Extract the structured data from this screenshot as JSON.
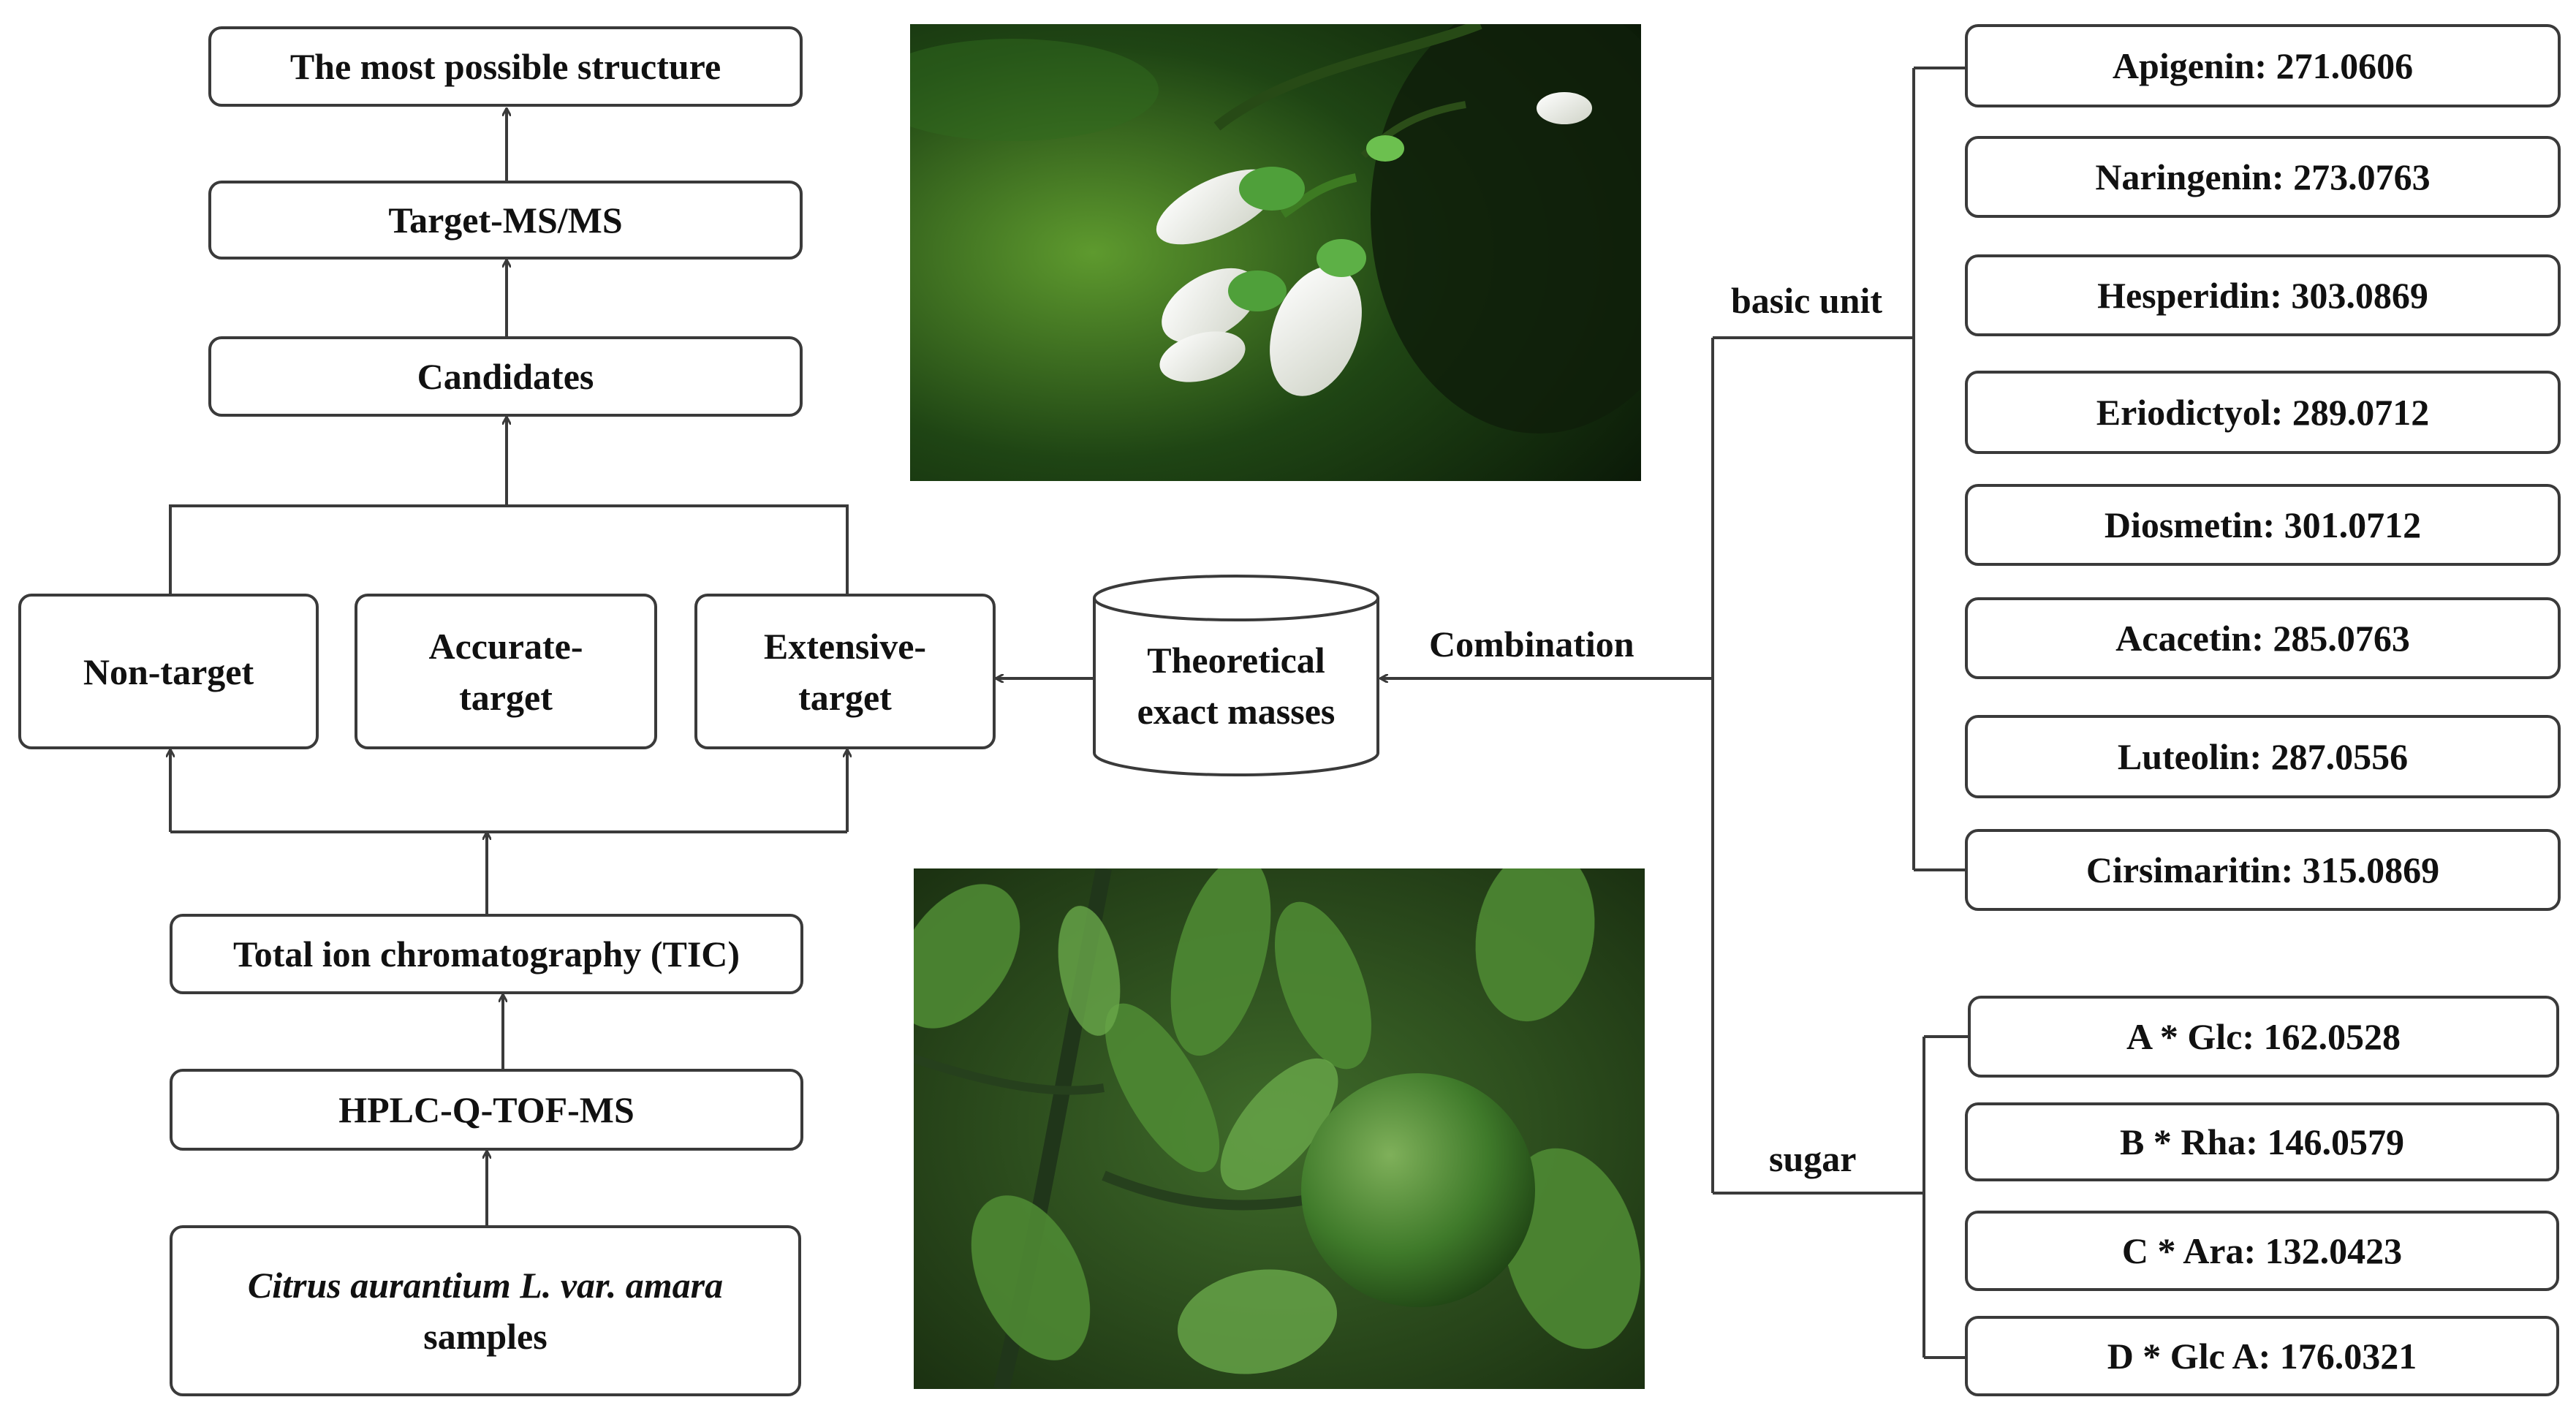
{
  "workflow": {
    "structure": "The most possible structure",
    "target_msms": "Target-MS/MS",
    "candidates": "Candidates",
    "non_target": "Non-target",
    "accurate_target": [
      "Accurate-",
      "target"
    ],
    "extensive_target": [
      "Extensive-",
      "target"
    ],
    "tic": "Total ion chromatography (TIC)",
    "hplc": "HPLC-Q-TOF-MS",
    "samples_italic": "Citrus aurantium L. var. amara",
    "samples_plain": "samples"
  },
  "database": {
    "line1": "Theoretical",
    "line2": "exact masses"
  },
  "labels": {
    "combination": "Combination",
    "basic_unit": "basic unit",
    "sugar": "sugar"
  },
  "basic_units": [
    "Apigenin: 271.0606",
    "Naringenin: 273.0763",
    "Hesperidin: 303.0869",
    "Eriodictyol: 289.0712",
    "Diosmetin: 301.0712",
    "Acacetin: 285.0763",
    "Luteolin: 287.0556",
    "Cirsimaritin: 315.0869"
  ],
  "sugars": [
    "A * Glc: 162.0528",
    "B * Rha: 146.0579",
    "C * Ara: 132.0423",
    "D * Glc A: 176.0321"
  ],
  "colors": {
    "line": "#3a3a3a",
    "leaf": "#2f5e1f",
    "flower": "#f2f2ee"
  }
}
